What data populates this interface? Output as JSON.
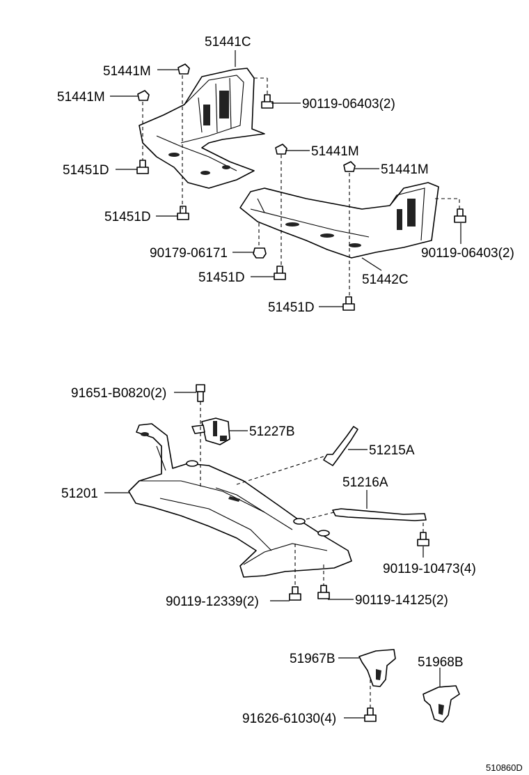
{
  "diagram_id": "510860D",
  "parts": {
    "p51441C": "51441C",
    "p51441M_a": "51441M",
    "p51441M_b": "51441M",
    "p51441M_c": "51441M",
    "p51441M_d": "51441M",
    "p90119_06403_a": "90119-06403(2)",
    "p90119_06403_b": "90119-06403(2)",
    "p51451D_a": "51451D",
    "p51451D_b": "51451D",
    "p51451D_c": "51451D",
    "p51451D_d": "51451D",
    "p90179_06171": "90179-06171",
    "p51442C": "51442C",
    "p91651_B0820": "91651-B0820(2)",
    "p51227B": "51227B",
    "p51215A": "51215A",
    "p51201": "51201",
    "p51216A": "51216A",
    "p90119_10473": "90119-10473(4)",
    "p90119_12339": "90119-12339(2)",
    "p90119_14125": "90119-14125(2)",
    "p51967B": "51967B",
    "p51968B": "51968B",
    "p91626_61030": "91626-61030(4)"
  }
}
